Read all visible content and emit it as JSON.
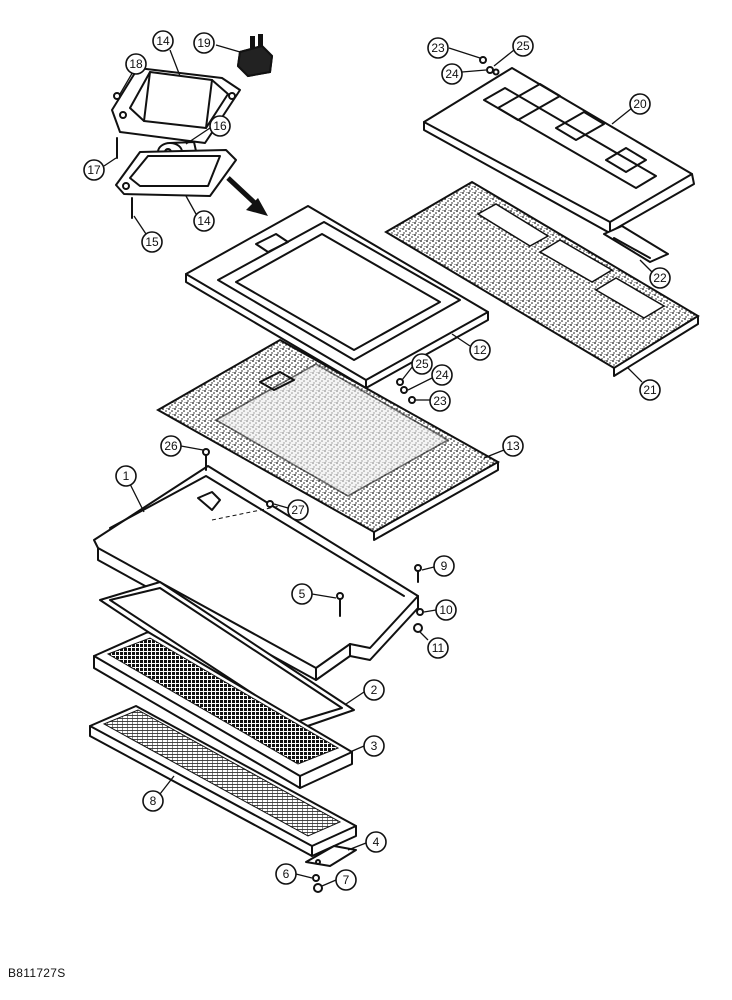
{
  "figure_code": "B811727S",
  "callouts": [
    {
      "id": "c14a",
      "label": "14"
    },
    {
      "id": "c19",
      "label": "19"
    },
    {
      "id": "c18",
      "label": "18"
    },
    {
      "id": "c16",
      "label": "16"
    },
    {
      "id": "c17",
      "label": "17"
    },
    {
      "id": "c14b",
      "label": "14"
    },
    {
      "id": "c15",
      "label": "15"
    },
    {
      "id": "c23a",
      "label": "23"
    },
    {
      "id": "c25a",
      "label": "25"
    },
    {
      "id": "c24a",
      "label": "24"
    },
    {
      "id": "c20",
      "label": "20"
    },
    {
      "id": "c22",
      "label": "22"
    },
    {
      "id": "c21",
      "label": "21"
    },
    {
      "id": "c12",
      "label": "12"
    },
    {
      "id": "c25b",
      "label": "25"
    },
    {
      "id": "c24b",
      "label": "24"
    },
    {
      "id": "c23b",
      "label": "23"
    },
    {
      "id": "c13",
      "label": "13"
    },
    {
      "id": "c26",
      "label": "26"
    },
    {
      "id": "c1",
      "label": "1"
    },
    {
      "id": "c27",
      "label": "27"
    },
    {
      "id": "c9",
      "label": "9"
    },
    {
      "id": "c5",
      "label": "5"
    },
    {
      "id": "c10",
      "label": "10"
    },
    {
      "id": "c11",
      "label": "11"
    },
    {
      "id": "c2",
      "label": "2"
    },
    {
      "id": "c3",
      "label": "3"
    },
    {
      "id": "c8",
      "label": "8"
    },
    {
      "id": "c4",
      "label": "4"
    },
    {
      "id": "c6",
      "label": "6"
    },
    {
      "id": "c7",
      "label": "7"
    }
  ]
}
